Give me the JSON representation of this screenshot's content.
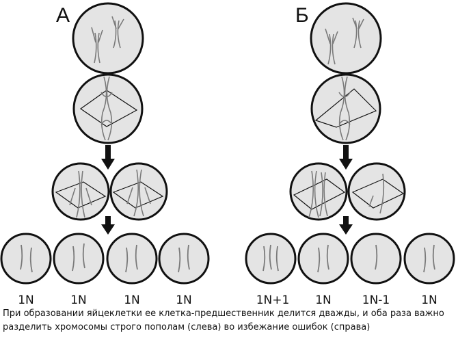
{
  "panels": {
    "left": {
      "label": "А",
      "daughters": [
        "1N",
        "1N",
        "1N",
        "1N"
      ]
    },
    "right": {
      "label": "Б",
      "daughters": [
        "1N+1",
        "1N",
        "1N-1",
        "1N"
      ]
    }
  },
  "caption": {
    "line1": "При образовании яйцеклетки ее клетка-предшественник делится дважды, и оба раза важно",
    "line2": "разделить хромосомы строго пополам (слева) во избежание ошибок (справа)"
  },
  "colors": {
    "cell_fill": "#e4e4e4",
    "outline": "#111111",
    "chromosome": "#7a7a7a"
  },
  "icons": [
    "down-arrow-icon",
    "spindle-icon",
    "chromosome-icon"
  ]
}
